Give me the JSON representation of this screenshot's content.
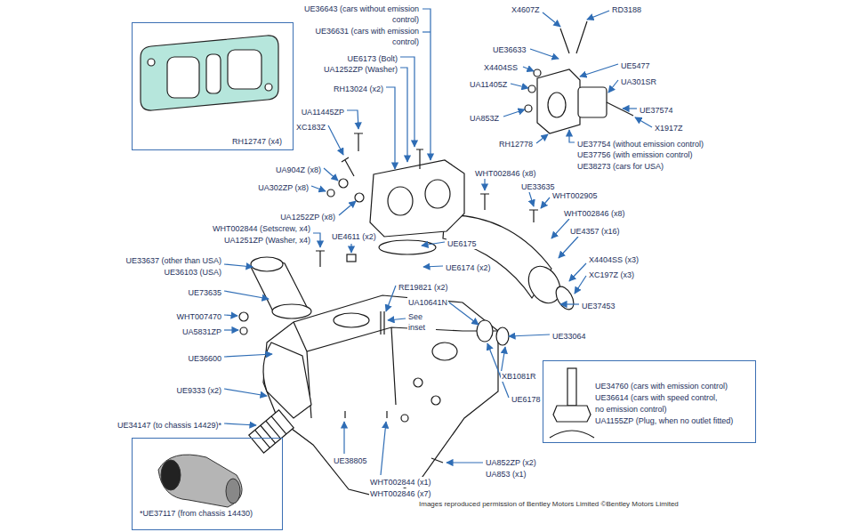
{
  "diagram": {
    "nodes": [
      {
        "text": [
          "RH12747 (x4)"
        ]
      },
      {
        "text": [
          "UE34760 (cars with emission control)",
          "UE36614 (cars with speed control, no emission control)",
          "UA1155ZP (Plug, when no outlet fitted)"
        ]
      },
      {
        "text": [
          "*UE37117 (from chassis 14430)"
        ]
      }
    ],
    "edges": [],
    "labels": [
      "UE36643 (cars without emission control)",
      "UE36631 (cars with emission control)",
      "UE6173 (Bolt)",
      "UA1252ZP (Washer)",
      "RH13024 (x2)",
      "UA11445ZP",
      "XC183Z",
      "UA904Z (x8)",
      "UA302ZP (x8)",
      "UA1252ZP (x8)",
      "WHT002844 (Setscrew, x4)",
      "UA1251ZP (Washer, x4)",
      "UE4611 (x2)",
      "UE33637 (other than USA)",
      "UE36103 (USA)",
      "UE73635",
      "WHT007470",
      "UA5831ZP",
      "UE36600",
      "UE9333 (x2)",
      "UE34147 (to chassis 14429)*",
      "UE38805",
      "WHT002844 (x1)",
      "WHT002846 (x7)",
      "UA852ZP (x2)",
      "UA853 (x1)",
      "UE6175",
      "UE6174 (x2)",
      "RE19821 (x2)",
      "UA10641N",
      "See inset",
      "XB1081R",
      "UE6178",
      "WHT002846 (x8)",
      "UE33635",
      "WHT002905",
      "WHT002846 (x8)",
      "UE4357 (x16)",
      "X4404SS (x3)",
      "XC197Z (x3)",
      "UE37453",
      "UE33064",
      "X4607Z",
      "RD3188",
      "UE36633",
      "UE5477",
      "X4404SS",
      "UA301SR",
      "UA11405Z",
      "UE37574",
      "UA853Z",
      "X1917Z",
      "RH12778",
      "UE37754 (without emission control)",
      "UE37756 (with emission control)",
      "UE38273 (cars for USA)",
      "Images reproduced permission of Bentley Motors Limited ©Bentley Motors Limited"
    ]
  }
}
